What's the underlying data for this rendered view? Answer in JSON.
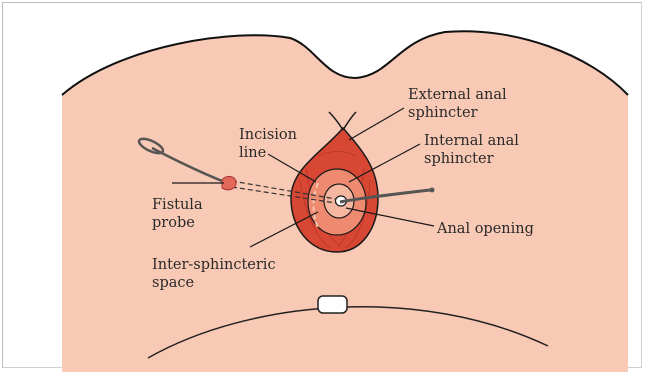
{
  "labels": {
    "external_anal_sphincter_line1": "External anal",
    "external_anal_sphincter_line2": "sphincter",
    "internal_anal_sphincter_line1": "Internal anal",
    "internal_anal_sphincter_line2": "sphincter",
    "incision_line_line1": "Incision",
    "incision_line_line2": "line",
    "fistula_probe_line1": "Fistula",
    "fistula_probe_line2": "probe",
    "anal_opening": "Anal opening",
    "inter_sphincteric_space_line1": "Inter-sphincteric",
    "inter_sphincteric_space_line2": "space"
  },
  "colors": {
    "skin": "#f8c9b4",
    "external_sphincter": "#d84634",
    "internal_sphincter": "#ee8a70",
    "inner_ring": "#f5b79f",
    "outline": "#111111",
    "probe": "#6e6e6e"
  }
}
